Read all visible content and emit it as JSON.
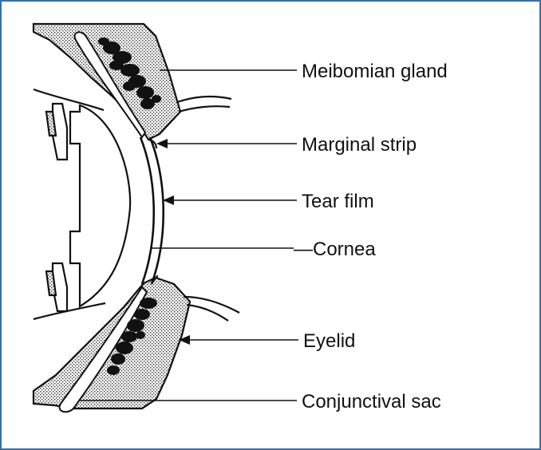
{
  "labels": {
    "meibomian_gland": "Meibomian gland",
    "marginal_strip": "Marginal strip",
    "tear_film": "Tear film",
    "cornea": "—Cornea",
    "eyelid": "Eyelid",
    "conjunctival_sac": "Conjunctival sac"
  },
  "colors": {
    "frame_border": "#3a6ea5",
    "line": "#111111",
    "background": "#ffffff"
  }
}
